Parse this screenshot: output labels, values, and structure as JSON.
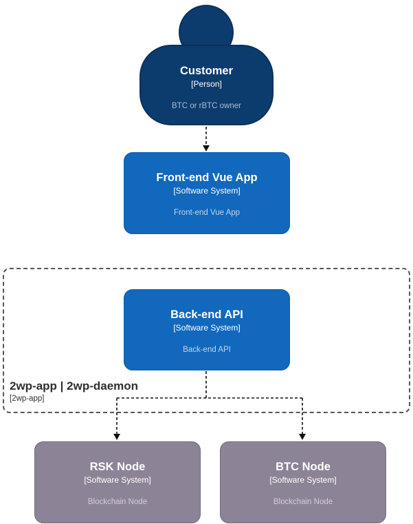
{
  "diagram": {
    "kind": "c4-architecture-diagram",
    "boundary": {
      "title": "2wp-app | 2wp-daemon",
      "subtitle": "[2wp-app]"
    },
    "nodes": {
      "customer": {
        "title": "Customer",
        "type": "[Person]",
        "description": "BTC or rBTC owner"
      },
      "frontend": {
        "title": "Front-end Vue App",
        "type": "[Software System]",
        "description": "Front-end Vue App"
      },
      "backend": {
        "title": "Back-end API",
        "type": "[Software System]",
        "description": "Back-end API"
      },
      "rsk": {
        "title": "RSK Node",
        "type": "[Software System]",
        "description": "Blockchain Node"
      },
      "btc": {
        "title": "BTC Node",
        "type": "[Software System]",
        "description": "Blockchain Node"
      }
    },
    "colors": {
      "person_fill": "#0C3C6E",
      "person_border": "#09305A",
      "system_fill": "#1168BD",
      "system_border": "#0E5CA8",
      "external_fill": "#8C8496",
      "external_border": "#716A7E",
      "boundary_border": "#555555",
      "arrow": "#111111"
    }
  }
}
